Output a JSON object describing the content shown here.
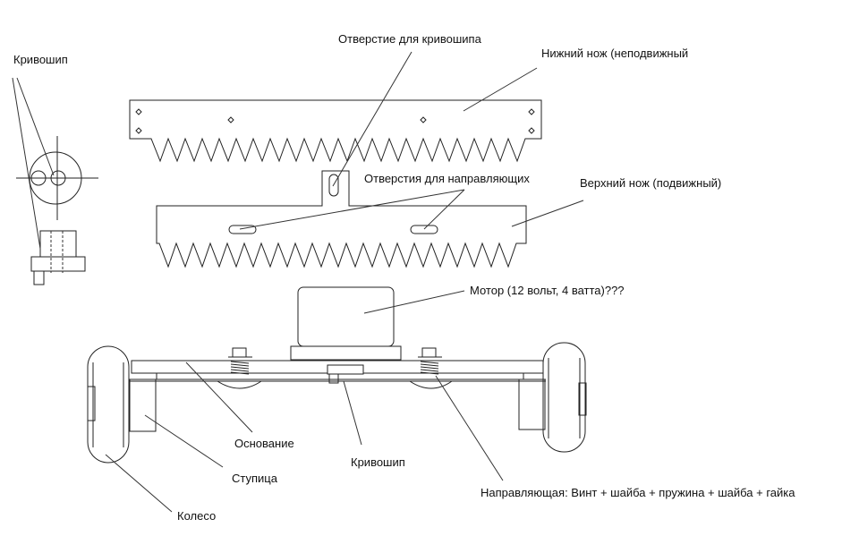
{
  "labels": {
    "crank_top": "Кривошип",
    "crank_hole": "Отверстие для кривошипа",
    "lower_knife": "Нижний нож (неподвижный",
    "guide_holes": "Отверстия для направляющих",
    "upper_knife": "Верхний нож (подвижный)",
    "motor": "Мотор (12 вольт, 4 ватта)???",
    "base": "Основание",
    "crank_bottom": "Кривошип",
    "hub": "Ступица",
    "guide": "Направляющая: Винт + шайба + пружина + шайба + гайка",
    "wheel": "Колесо"
  }
}
